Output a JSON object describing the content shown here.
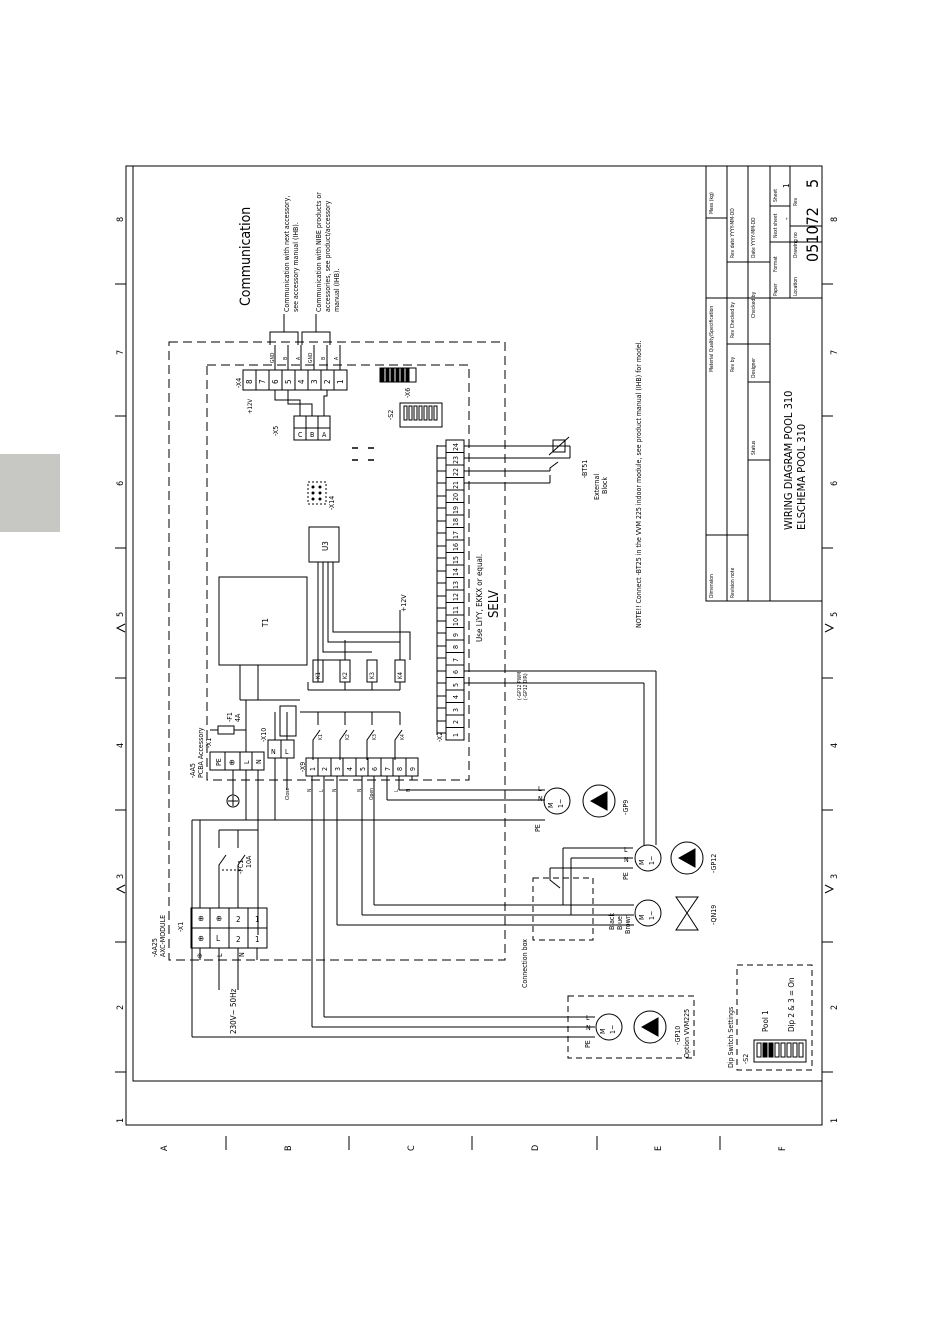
{
  "grid": {
    "columns": [
      "1",
      "2",
      "3",
      "4",
      "5",
      "6",
      "7",
      "8"
    ],
    "rows": [
      "A",
      "B",
      "C",
      "D",
      "E",
      "F"
    ]
  },
  "communication": {
    "title": "Communication",
    "note1_line1": "Communication with next accessory,",
    "note1_line2": "see accessory manual (IHB).",
    "note2_line1": "Communication with NIBE products or",
    "note2_line2": "accessories, see product/accessory",
    "note2_line3": "manual (IHB).",
    "x4_pins": [
      "8",
      "7",
      "6",
      "5",
      "4",
      "3",
      "2",
      "1"
    ],
    "x4_signals": [
      "GND",
      "B",
      "A",
      "GND",
      "B",
      "A"
    ]
  },
  "labels": {
    "x1_module": "-AA25",
    "x1_module2": "AXC-MODULE",
    "x1": "-X1",
    "x1_terminals": [
      "PE",
      "L",
      "N"
    ],
    "supply": "230V~ 50Hz",
    "aa5": "-AA5",
    "aa5_desc": "PCBA Accessory",
    "x1b": "-X1",
    "f1": "-F1",
    "f1_rating": "4A",
    "fc1": "-FC1",
    "fc1_rating": "10A",
    "x9": "-X9",
    "x10": "-X10",
    "x9_pins": [
      "1",
      "2",
      "3",
      "4",
      "5",
      "6",
      "7",
      "8",
      "9"
    ],
    "x9_wires": [
      "N",
      "L",
      "N",
      "Close",
      "N",
      "Open",
      "L",
      "N"
    ],
    "x2": "-X2",
    "x2_pins": [
      "1",
      "2",
      "3",
      "4",
      "5",
      "6",
      "7",
      "8",
      "9",
      "10",
      "11",
      "12",
      "13",
      "14",
      "15",
      "16",
      "17",
      "18",
      "19",
      "20",
      "21",
      "22",
      "23",
      "24"
    ],
    "x4": "-X4",
    "x4_voltage": "+12V",
    "x5": "-X5",
    "x5_pins": [
      "C",
      "B",
      "A"
    ],
    "x6": "-X6",
    "x14": "-X14",
    "s2": "-S2",
    "u3": "U3",
    "t1": "T1",
    "relays": [
      "K1",
      "K2",
      "K3",
      "K4"
    ],
    "plus12v": "+12V",
    "cable_note": "Use LiYY, EKKX or equal.",
    "selv": "SELV",
    "bt51": "-BT51",
    "external_block": "External",
    "external_block2": "Block",
    "gp12_dir": "(-GP12 DIR)",
    "gp12_pwm": "(-GP12 PWM)",
    "note_bt25": "NOTE!! Connect -BT25 in the VVM 225 indoor module, see product manual (IHB) for model.",
    "gp9": "-GP9",
    "gp12": "-GP12",
    "qn19": "-QN19",
    "gp10": "-GP10",
    "gp10_option": "Option VVM225",
    "connection_box": "Connection box",
    "wire_brown": "Brown",
    "wire_blue": "Blue",
    "wire_black": "Black",
    "pe": "PE",
    "motor": "M",
    "motor_phase": "1~",
    "dip_title": "Dip Switch Settings",
    "dip_s2": "-S2",
    "dip_pool": "Pool 1",
    "dip_setting": "Dip 2 & 3 = On"
  },
  "title_block": {
    "title1": "WIRING DIAGRAM POOL 310",
    "title2": "ELSCHEMA POOL 310",
    "dimension": "Dimension",
    "revision_note": "Revision note",
    "material": "Material Quality/Specification",
    "mass": "Mass (kg)",
    "rev_by": "Rev by",
    "rev_checked": "Rev Checked by",
    "rev_date": "Rev date YYYY-MM-DD",
    "designer": "Designer",
    "checked_by": "Checked by",
    "date": "Date YYYY-MM-DD",
    "status": "Status",
    "paper": "Paper",
    "format": "Format",
    "next_sheet": "Next sheet",
    "sheet": "Sheet",
    "sheet_no": "1",
    "location": "Location",
    "drawing_no_label": "Drawing no",
    "drawing_no": "051072",
    "rev": "Rev",
    "rev_value": "5",
    "dash": "-"
  },
  "colors": {
    "line": "#000000",
    "tab": "#c7c7c3"
  }
}
